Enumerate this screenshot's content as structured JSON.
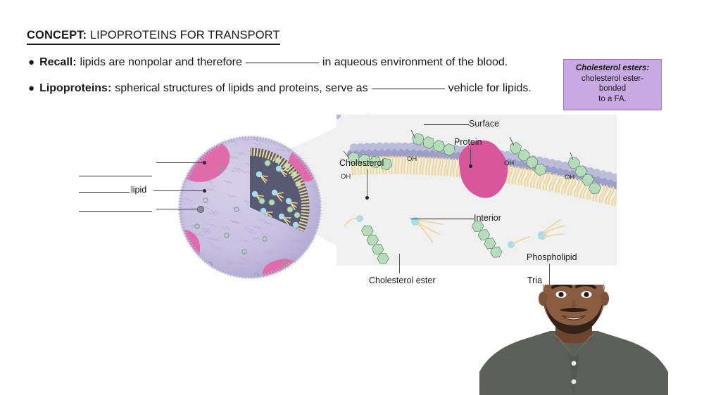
{
  "slide": {
    "concept": {
      "keyword": "CONCEPT:",
      "title": " LIPOPROTEINS FOR TRANSPORT"
    },
    "bullets": [
      {
        "marker": "●",
        "lead": "Recall:",
        "text_before": "lipids are nonpolar and therefore",
        "blank": "",
        "text_after": "in aqueous environment of the blood."
      },
      {
        "marker": "●",
        "lead": "Lipoproteins:",
        "text_before": "spherical structures of lipids and proteins, serve as",
        "blank": "",
        "text_after": "vehicle for lipids."
      }
    ],
    "callout": {
      "title": "Cholesterol esters:",
      "body_line1": "cholesterol ester-bonded",
      "body_line2": "to a FA.",
      "fill_color": "#c9a9e2",
      "border_color": "#9b79b8"
    }
  },
  "figure": {
    "left_labels": [
      {
        "name": "blank-label-top",
        "text": ""
      },
      {
        "name": "lipid-label",
        "text": "lipid"
      },
      {
        "name": "blank-label-bottom",
        "text": ""
      }
    ],
    "panel_labels": {
      "surface": "Surface",
      "interior": "Interior",
      "protein": "Protein",
      "phospholipid": "Phospholipid",
      "cholesterol": "Cholesterol",
      "cholesterol_ester": "Cholesterol ester",
      "triacylglycerol": "Tria",
      "hydroxyls": [
        "OH",
        "OH",
        "OH",
        "OH"
      ]
    },
    "colors": {
      "panel_background": "#f0f0f0",
      "membrane_head": "#9a9ec8",
      "membrane_head_light": "#b9bbd8",
      "tail": "#edd79a",
      "protein_pink": "#d6559b",
      "cholesterol_green": "#a9cfae",
      "glycerol_blue": "#a9dce8",
      "sphere_body": "#c6bfe0",
      "sphere_core": "#575a72"
    }
  },
  "presenter": {
    "shirt_color": "#5d6058",
    "skin_color": "#8a5d40",
    "background": "#ffffff"
  }
}
